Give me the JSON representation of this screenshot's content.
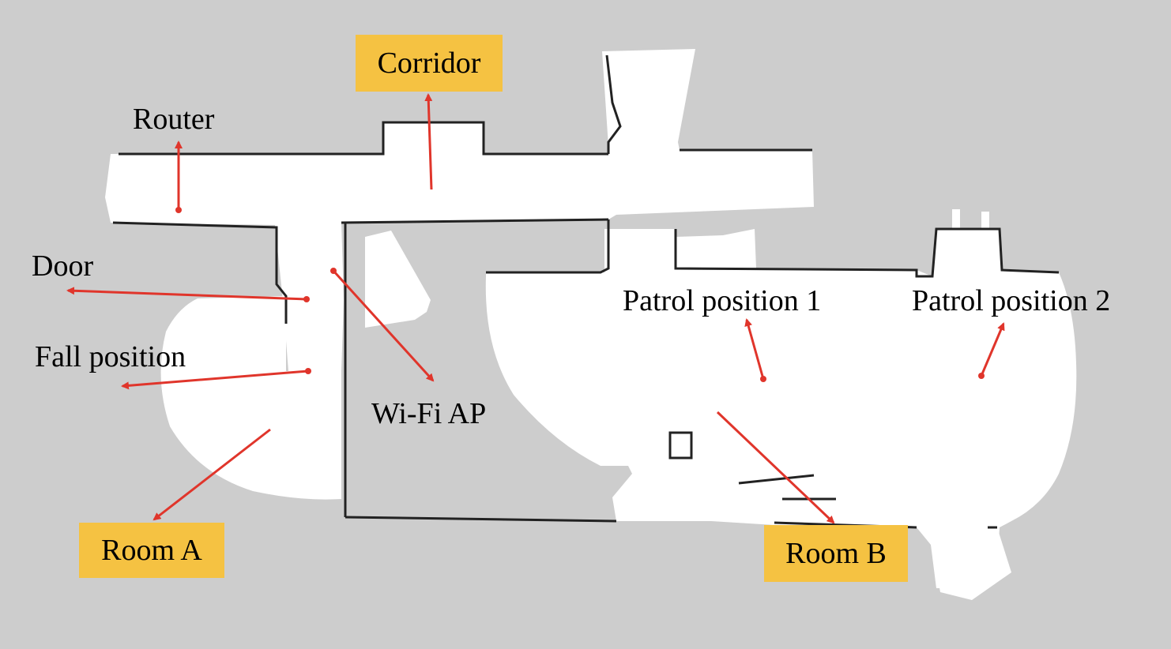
{
  "labels": {
    "corridor": "Corridor",
    "router": "Router",
    "door": "Door",
    "fall_position": "Fall position",
    "wifi_ap": "Wi-Fi AP",
    "patrol_position_1": "Patrol position 1",
    "patrol_position_2": "Patrol position 2",
    "room_a": "Room A",
    "room_b": "Room B"
  },
  "colors": {
    "background": "#cdcdcd",
    "free_space": "#ffffff",
    "wall": "#222222",
    "arrow": "#e0352b",
    "tag_fill": "#f5c242"
  }
}
